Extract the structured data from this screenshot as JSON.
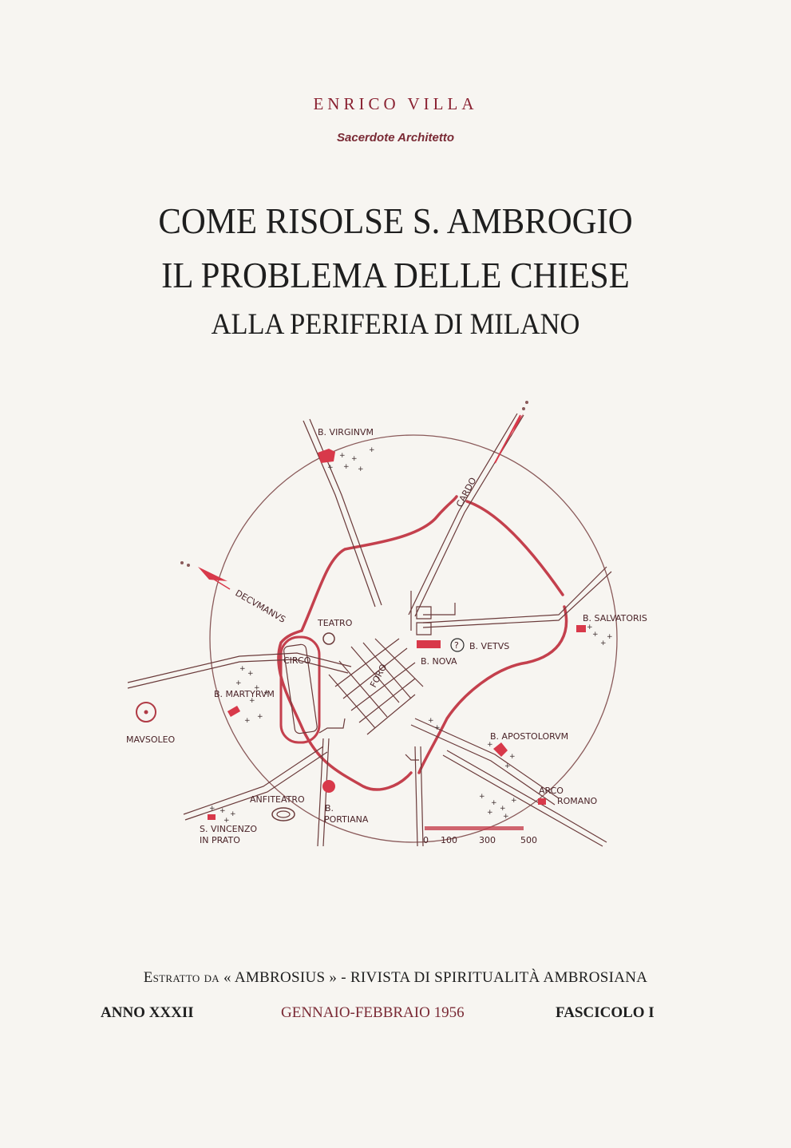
{
  "author": {
    "name": "ENRICO VILLA",
    "role": "Sacerdote Architetto"
  },
  "title": {
    "line1": "COME RISOLSE S. AMBROGIO",
    "line2": "IL PROBLEMA DELLE CHIESE",
    "line3": "ALLA PERIFERIA DI MILANO"
  },
  "map": {
    "accent_color": "#d8394a",
    "line_color": "#8a4a4f",
    "labels": {
      "virginum": "B. VIRGINVM",
      "cardo": "CARDO",
      "decumanus": "DECVMANVS",
      "teatro": "TEATRO",
      "circo": "CIRCO",
      "foro": "FORO",
      "nova": "B. NOVA",
      "vetus": "B. VETVS",
      "vetus_marker": "?",
      "salvatoris": "B. SALVATORIS",
      "martyrum": "B. MARTYRVM",
      "mausoleo": "MAVSOLEO",
      "apostolorum": "B. APOSTOLORVM",
      "arco": "ARCO",
      "romano": "ROMANO",
      "anfiteatro": "ANFITEATRO",
      "portiana_b": "B.",
      "portiana": "PORTIANA",
      "vincenzo": "S. VINCENZO",
      "inprato": "IN PRATO"
    },
    "scale": {
      "ticks": [
        "0",
        "100",
        "300",
        "500"
      ]
    }
  },
  "footer": {
    "extract_prefix": "Estratto da",
    "extract_rest": "« AMBROSIUS » - RIVISTA DI SPIRITUALITÀ AMBROSIANA",
    "anno": "ANNO XXXII",
    "date": "GENNAIO-FEBBRAIO 1956",
    "fascicolo": "FASCICOLO I"
  }
}
